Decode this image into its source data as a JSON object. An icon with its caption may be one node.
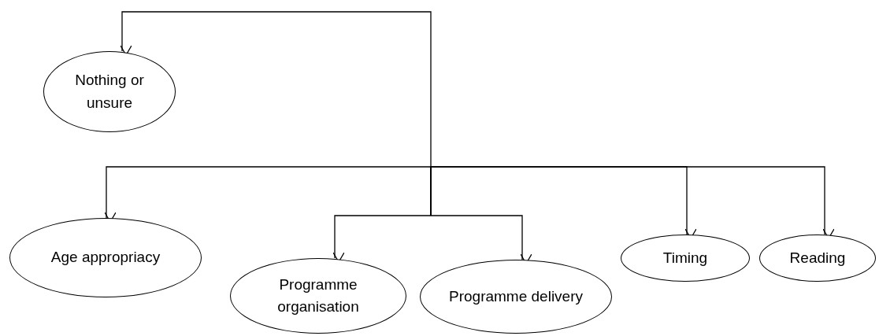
{
  "diagram": {
    "nodes": [
      {
        "text": [
          "Nothing or unsure"
        ]
      },
      {
        "text": [
          "Age appropriacy"
        ]
      },
      {
        "text": [
          "Programme organisation"
        ]
      },
      {
        "text": [
          "Programme delivery"
        ]
      },
      {
        "text": [
          "Timing"
        ]
      },
      {
        "text": [
          "Reading"
        ]
      }
    ],
    "edges": [
      {
        "from": null,
        "to": 0,
        "arrow": "to"
      },
      {
        "from": null,
        "to": 1,
        "arrow": "to"
      },
      {
        "from": null,
        "to": 2,
        "arrow": "to"
      },
      {
        "from": null,
        "to": 3,
        "arrow": "to"
      },
      {
        "from": null,
        "to": 4,
        "arrow": "to"
      },
      {
        "from": null,
        "to": 5,
        "arrow": "to"
      }
    ]
  }
}
